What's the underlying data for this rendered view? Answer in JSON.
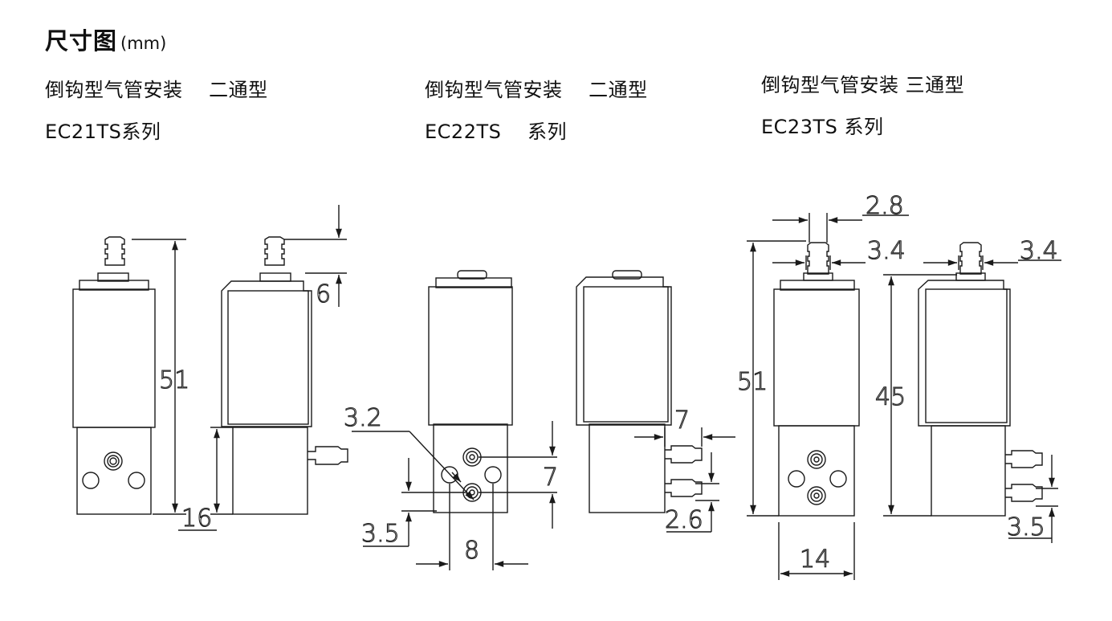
{
  "heading": {
    "title": "尺寸图",
    "unit": "(mm)"
  },
  "models": [
    {
      "line1": "倒钩型气管安装　 二通型",
      "line2": "EC21TS系列"
    },
    {
      "line1": "倒钩型气管安装　 二通型",
      "line2": "EC22TS　 系列"
    },
    {
      "line1": "倒钩型气管安装  三通型",
      "line2": "EC23TS  系列"
    }
  ],
  "dimensions": {
    "ec21": {
      "height_total": "51",
      "height_tube": "6",
      "height_base": "16"
    },
    "ec22": {
      "port_dia": "3.2",
      "port_pitch_v": "7",
      "port_offset": "3.5",
      "port_pitch_h": "8",
      "tube_len": "7",
      "tube_dia": "2.6"
    },
    "ec23": {
      "tube_dia_front": "2.8",
      "tube_od_front": "3.4",
      "tube_od_side": "3.4",
      "height_total": "51",
      "height_body": "45",
      "base_width": "14",
      "port_offset": "3.5"
    }
  }
}
